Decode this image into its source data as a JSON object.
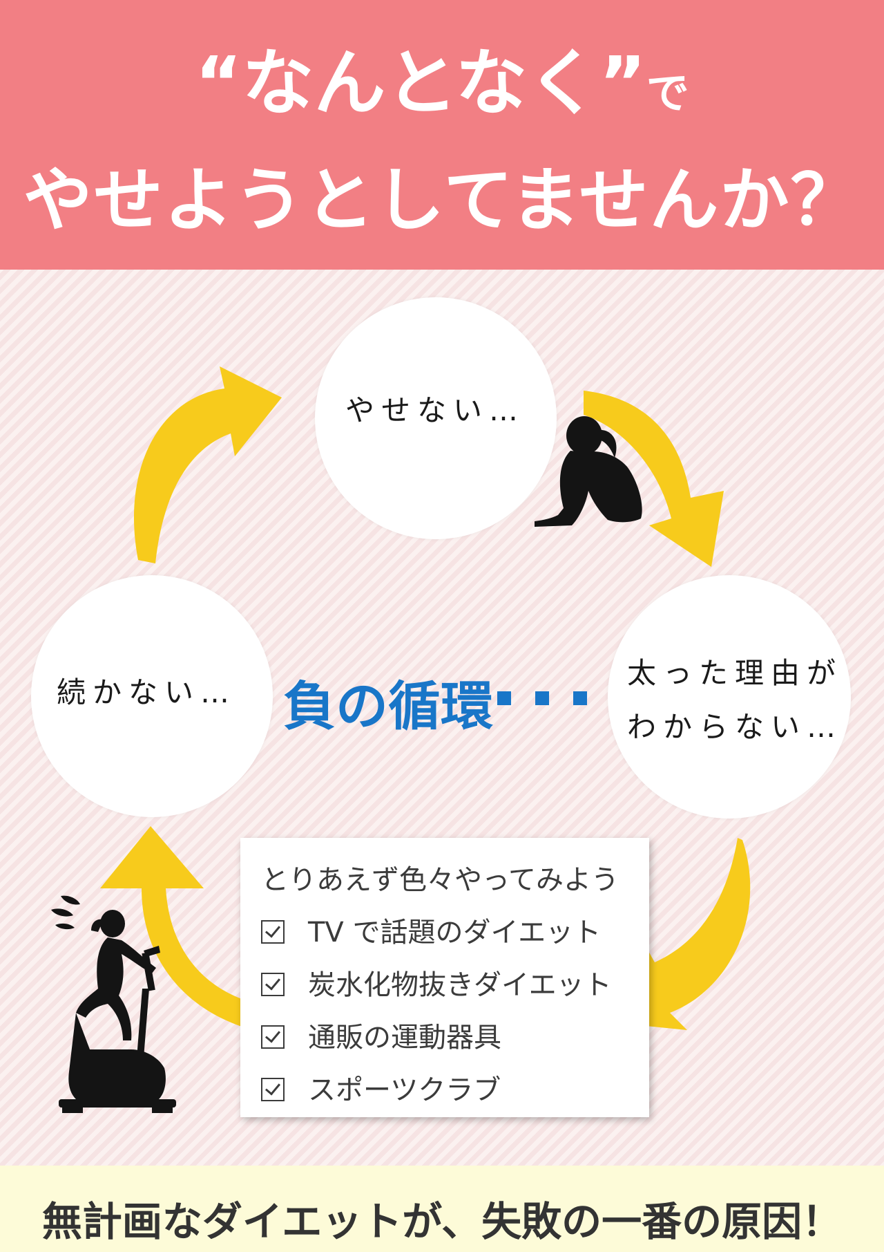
{
  "header": {
    "title_line1": "“なんとなく”",
    "title_line1_suffix": "で",
    "title_line2": "やせようとしてませんか？"
  },
  "cycle": {
    "top_circle": "やせない…",
    "right_circle_line1": "太った理由が",
    "right_circle_line2": "わからない…",
    "left_circle": "続かない…",
    "center_label": "負の循環"
  },
  "checklist": {
    "heading": "とりあえず色々やってみよう",
    "items": [
      "TV で話題のダイエット",
      "炭水化物抜きダイエット",
      "通販の運動器具",
      "スポーツクラブ"
    ]
  },
  "footer": {
    "message": "無計画なダイエットが、失敗の一番の原因！"
  },
  "icons": [
    "sitting-woman-silhouette-icon",
    "exercise-bike-woman-silhouette-icon",
    "sweat-drops-icon",
    "check-box-icon"
  ],
  "colors": {
    "header_bg": "#f27f84",
    "arrow_yellow": "#f7cb1c",
    "accent_blue": "#1976c8",
    "footer_bg": "#fdfbd8"
  }
}
